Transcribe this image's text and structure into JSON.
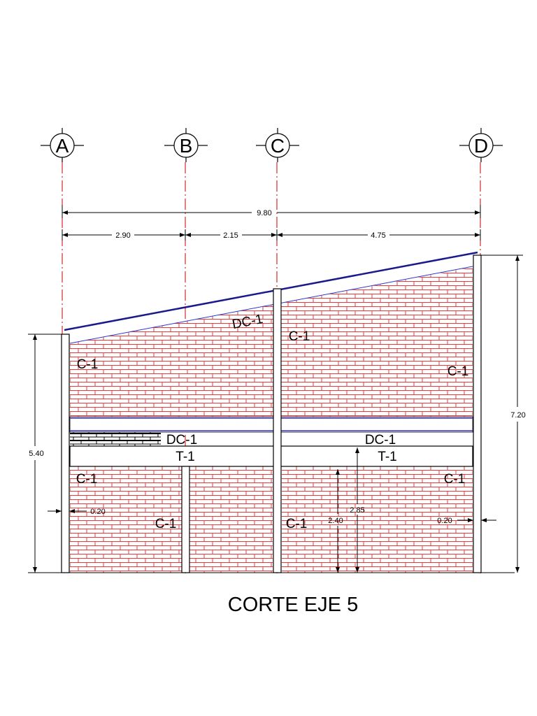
{
  "title": "CORTE EJE 5",
  "axes": [
    "A",
    "B",
    "C",
    "D"
  ],
  "dimensions": {
    "overall": "9.80",
    "span_ab": "2.90",
    "span_bc": "2.15",
    "span_cd": "4.75",
    "left_height": "5.40",
    "right_height": "7.20",
    "left_wall_thickness": "0.20",
    "right_wall_thickness": "0.20",
    "inner_height_short": "2.40",
    "inner_height_tall": "2.85"
  },
  "elements": {
    "dc1_roof": "DC-1",
    "dc1_left": "DC-1",
    "dc1_right": "DC-1",
    "t1_left": "T-1",
    "t1_right": "T-1",
    "c1_upper_left": "C-1",
    "c1_upper_center": "C-1",
    "c1_upper_right": "C-1",
    "c1_lower_left": "C-1",
    "c1_lower_left_center": "C-1",
    "c1_lower_center": "C-1",
    "c1_lower_right": "C-1"
  },
  "colors": {
    "brick": "#e83a3a",
    "roof": "#1a1a8c",
    "beam": "#3333cc",
    "axis_line": "#cc0000",
    "ink": "#000000"
  }
}
